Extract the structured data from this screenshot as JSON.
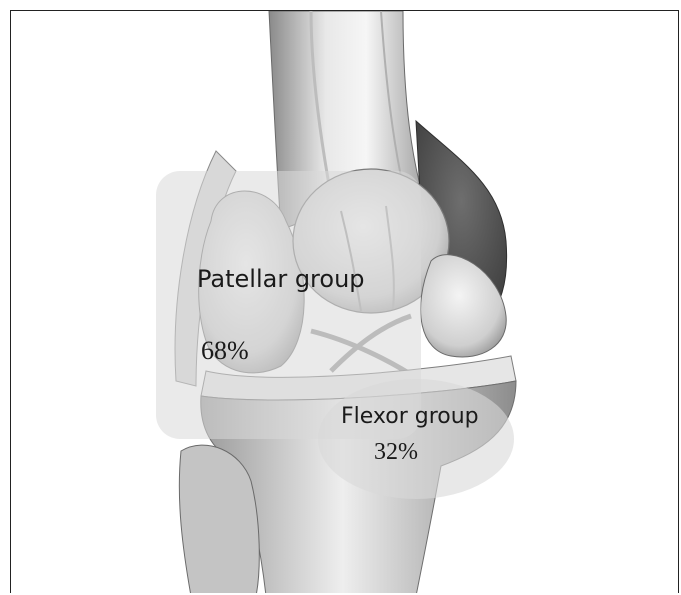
{
  "regions": [
    {
      "id": "patellar",
      "name": "Patellar group",
      "value": "68%"
    },
    {
      "id": "flexor",
      "name": "Flexor group",
      "value": "32%"
    }
  ],
  "colors": {
    "frame": "#222222",
    "highlight": "#d8d8d8",
    "bone_dark": "#5a5a5a",
    "bone_light": "#f2f2f2"
  }
}
